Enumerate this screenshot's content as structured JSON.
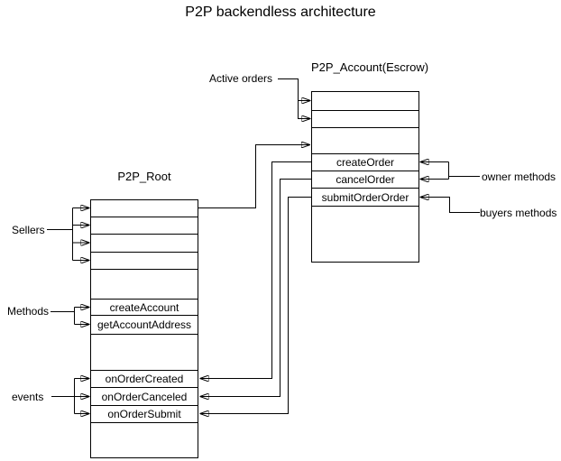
{
  "title": "P2P backendless architecture",
  "colors": {
    "line": "#000000",
    "text": "#000000",
    "background": "#ffffff"
  },
  "tables": {
    "root": {
      "title": "P2P_Root",
      "rows": [
        "",
        "",
        "",
        "",
        "",
        "createAccount",
        "getAccountAddress",
        "",
        "onOrderCreated",
        "onOrderCanceled",
        "onOrderSubmit",
        ""
      ]
    },
    "account": {
      "title": "P2P_Account(Escrow)",
      "rows": [
        "",
        "",
        "",
        "createOrder",
        "cancelOrder",
        "submitOrderOrder",
        ""
      ]
    }
  },
  "labels": {
    "sellers": "Sellers",
    "methods": "Methods",
    "events": "events",
    "active_orders": "Active orders",
    "owner_methods": "owner methods",
    "buyers_methods": "buyers methods"
  },
  "connections": [
    {
      "from": "Sellers",
      "to": "P2P_Root rows 1-4"
    },
    {
      "from": "Methods",
      "to": "createAccount, getAccountAddress"
    },
    {
      "from": "events",
      "to": "onOrderCreated, onOrderCanceled, onOrderSubmit"
    },
    {
      "from": "Active orders",
      "to": "P2P_Account(Escrow) rows 1-2"
    },
    {
      "from": "P2P_Root row 1",
      "to": "P2P_Account(Escrow) row 3"
    },
    {
      "from": "createOrder",
      "to": "onOrderCreated"
    },
    {
      "from": "cancelOrder",
      "to": "onOrderCanceled"
    },
    {
      "from": "submitOrderOrder",
      "to": "onOrderSubmit"
    },
    {
      "from": "owner methods",
      "to": "createOrder, cancelOrder"
    },
    {
      "from": "buyers methods",
      "to": "submitOrderOrder"
    }
  ]
}
